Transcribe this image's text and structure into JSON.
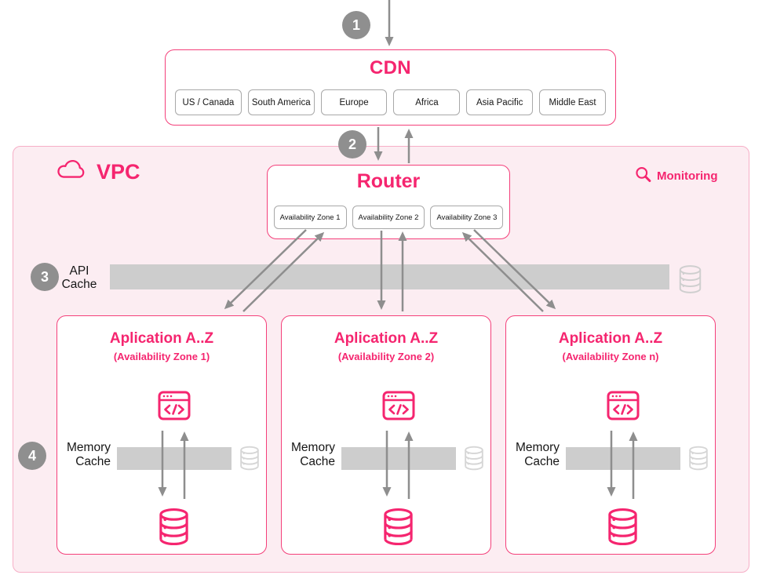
{
  "badges": {
    "step1": "1",
    "step2": "2",
    "step3": "3",
    "step4": "4"
  },
  "cdn": {
    "title": "CDN",
    "regions": [
      "US / Canada",
      "South America",
      "Europe",
      "Africa",
      "Asia Pacific",
      "Middle East"
    ]
  },
  "vpc": {
    "label": "VPC",
    "monitoring": "Monitoring"
  },
  "router": {
    "title": "Router",
    "zones": [
      "Availability Zone 1",
      "Availability Zone 2",
      "Availability Zone 3"
    ]
  },
  "api_cache": {
    "line1": "API",
    "line2": "Cache"
  },
  "apps": [
    {
      "title": "Aplication A..Z",
      "subtitle": "(Availability Zone 1)",
      "cache_line1": "Memory",
      "cache_line2": "Cache"
    },
    {
      "title": "Aplication A..Z",
      "subtitle": "(Availability Zone 2)",
      "cache_line1": "Memory",
      "cache_line2": "Cache"
    },
    {
      "title": "Aplication A..Z",
      "subtitle": "(Availability Zone n)",
      "cache_line1": "Memory",
      "cache_line2": "Cache"
    }
  ],
  "colors": {
    "accent_pink": "#F5256F",
    "border_pink": "#F43F7A",
    "vpc_fill": "#FCEDF2",
    "vpc_border": "#F6AFC7",
    "arrow_gray": "#8E8E8E",
    "badge_gray": "#8F8F8F",
    "cache_bar_gray": "#CDCDCD"
  }
}
